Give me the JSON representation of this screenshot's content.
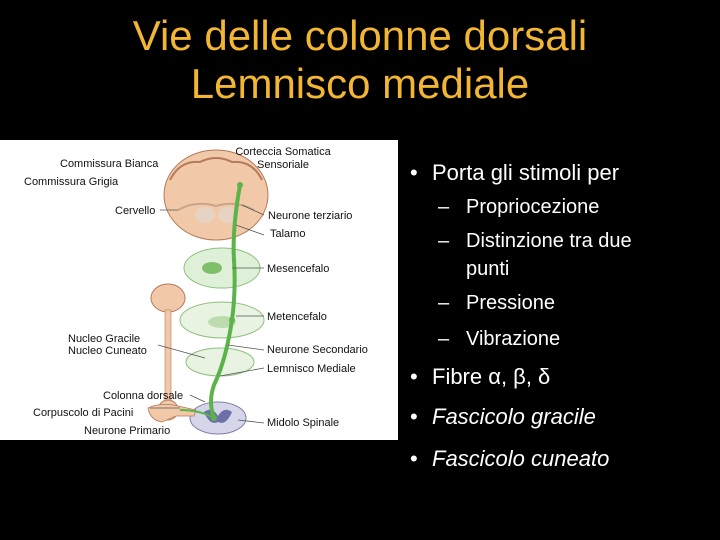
{
  "title": {
    "line1": "Vie delle colonne dorsali",
    "line2": "Lemnisco mediale"
  },
  "figure": {
    "labels": {
      "commissura_bianca": "Commissura Bianca",
      "commissura_grigia": "Commissura Grigia",
      "corteccia": "Corteccia Somatica Sensoriale",
      "cervello": "Cervello",
      "neurone_terziario": "Neurone terziario",
      "talamo": "Talamo",
      "mesencefalo": "Mesencefalo",
      "metencefalo": "Metencefalo",
      "nucleo_gracile": "Nucleo Gracile",
      "nucleo_cuneato": "Nucleo Cuneato",
      "neurone_secondario": "Neurone Secondario",
      "lemnisco_mediale": "Lemnisco Mediale",
      "colonna_dorsale": "Colonna dorsale",
      "corpuscolo": "Corpuscolo di Pacini",
      "neurone_primario": "Neurone Primario",
      "midolo_spinale": "Midolo Spinale"
    }
  },
  "bullets": {
    "b1": "Porta gli stimoli per",
    "sub1": "Propriocezione",
    "sub2a": "Distinzione tra due",
    "sub2b": "punti",
    "sub3": "Pressione",
    "sub4": "Vibrazione",
    "b2": "Fibre α, β, δ",
    "b3": "Fascicolo gracile",
    "b4": "Fascicolo cuneato"
  },
  "colors": {
    "title": "#f2b632",
    "background": "#000000",
    "pathway": "#5bb34a",
    "brain": "#f2c9a8"
  },
  "bullet_marker": "•",
  "sub_marker": "–"
}
